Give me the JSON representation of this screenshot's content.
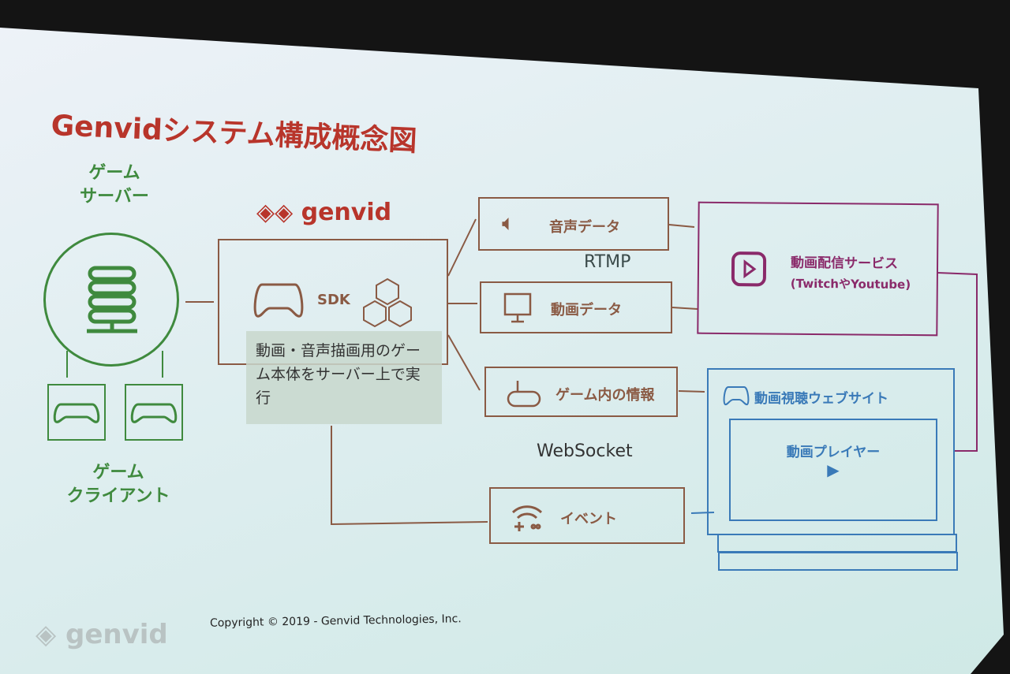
{
  "title": "Genvidシステム構成概念図",
  "game_server": {
    "label_line1": "ゲーム",
    "label_line2": "サーバー"
  },
  "game_client": {
    "label_line1": "ゲーム",
    "label_line2": "クライアント"
  },
  "genvid_logo": "genvid",
  "sdk": {
    "label": "SDK",
    "note": "動画・音声描画用のゲーム本体をサーバー上で実行"
  },
  "streams": {
    "audio": "音声データ",
    "video": "動画データ",
    "game_info": "ゲーム内の情報",
    "event": "イベント",
    "rtmp": "RTMP",
    "websocket": "WebSocket"
  },
  "streaming_service": {
    "line1": "動画配信サービス",
    "line2": "(TwitchやYoutube)"
  },
  "website": {
    "title": "動画視聴ウェブサイト",
    "player": "動画プレイヤー"
  },
  "footer": {
    "logo": "genvid",
    "copyright": "Copyright © 2019 - Genvid Technologies, Inc."
  },
  "colors": {
    "title": "#b8352b",
    "green": "#3f8a3e",
    "brown": "#8a5a44",
    "purple": "#8a2a6a",
    "blue": "#3a7ab8"
  }
}
